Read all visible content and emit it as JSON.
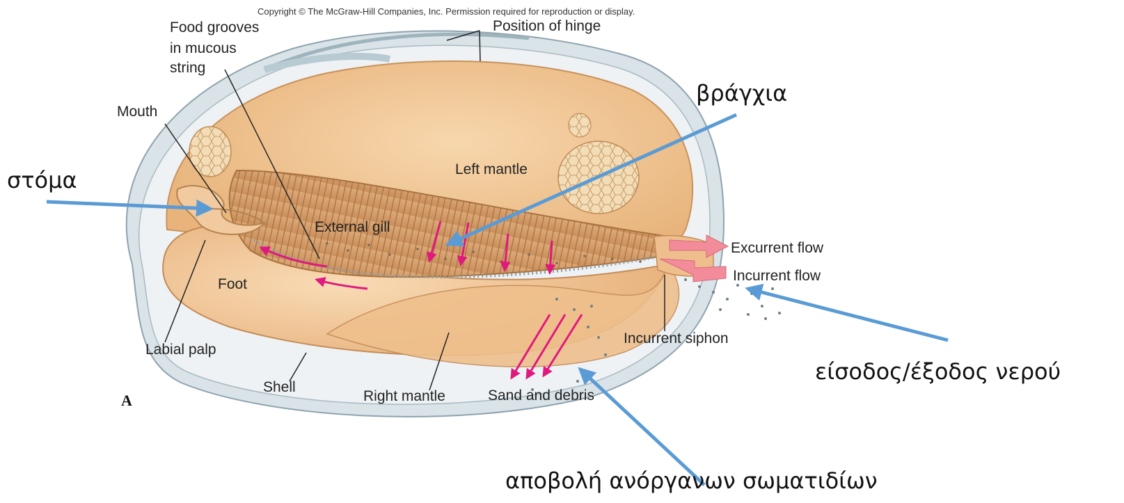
{
  "copyright": "Copyright © The McGraw-Hill Companies, Inc. Permission required for reproduction or display.",
  "figure_letter": "A",
  "labels": {
    "food_grooves_1": "Food grooves",
    "food_grooves_2": "in mucous",
    "food_grooves_3": "string",
    "position_of_hinge": "Position of hinge",
    "mouth": "Mouth",
    "left_mantle": "Left mantle",
    "external_gill": "External gill",
    "excurrent_flow": "Excurrent flow",
    "incurrent_flow": "Incurrent flow",
    "foot": "Foot",
    "labial_palp": "Labial palp",
    "incurrent_siphon": "Incurrent siphon",
    "shell": "Shell",
    "right_mantle": "Right mantle",
    "sand_and_debris": "Sand and debris"
  },
  "greek_labels": {
    "gills": "βράγχια",
    "mouth": "στόμα",
    "water_in_out": "είσοδος/έξοδος νερού",
    "inorganic_particles": "αποβολή ανόργανων σωματιδίων"
  },
  "colors": {
    "annotation_arrow": "#5b9bd5",
    "flow_arrow": "#e0197d",
    "siphon_arrow": "#f28b9a",
    "body": "#f2c896",
    "shell": "#c9d6dc"
  }
}
